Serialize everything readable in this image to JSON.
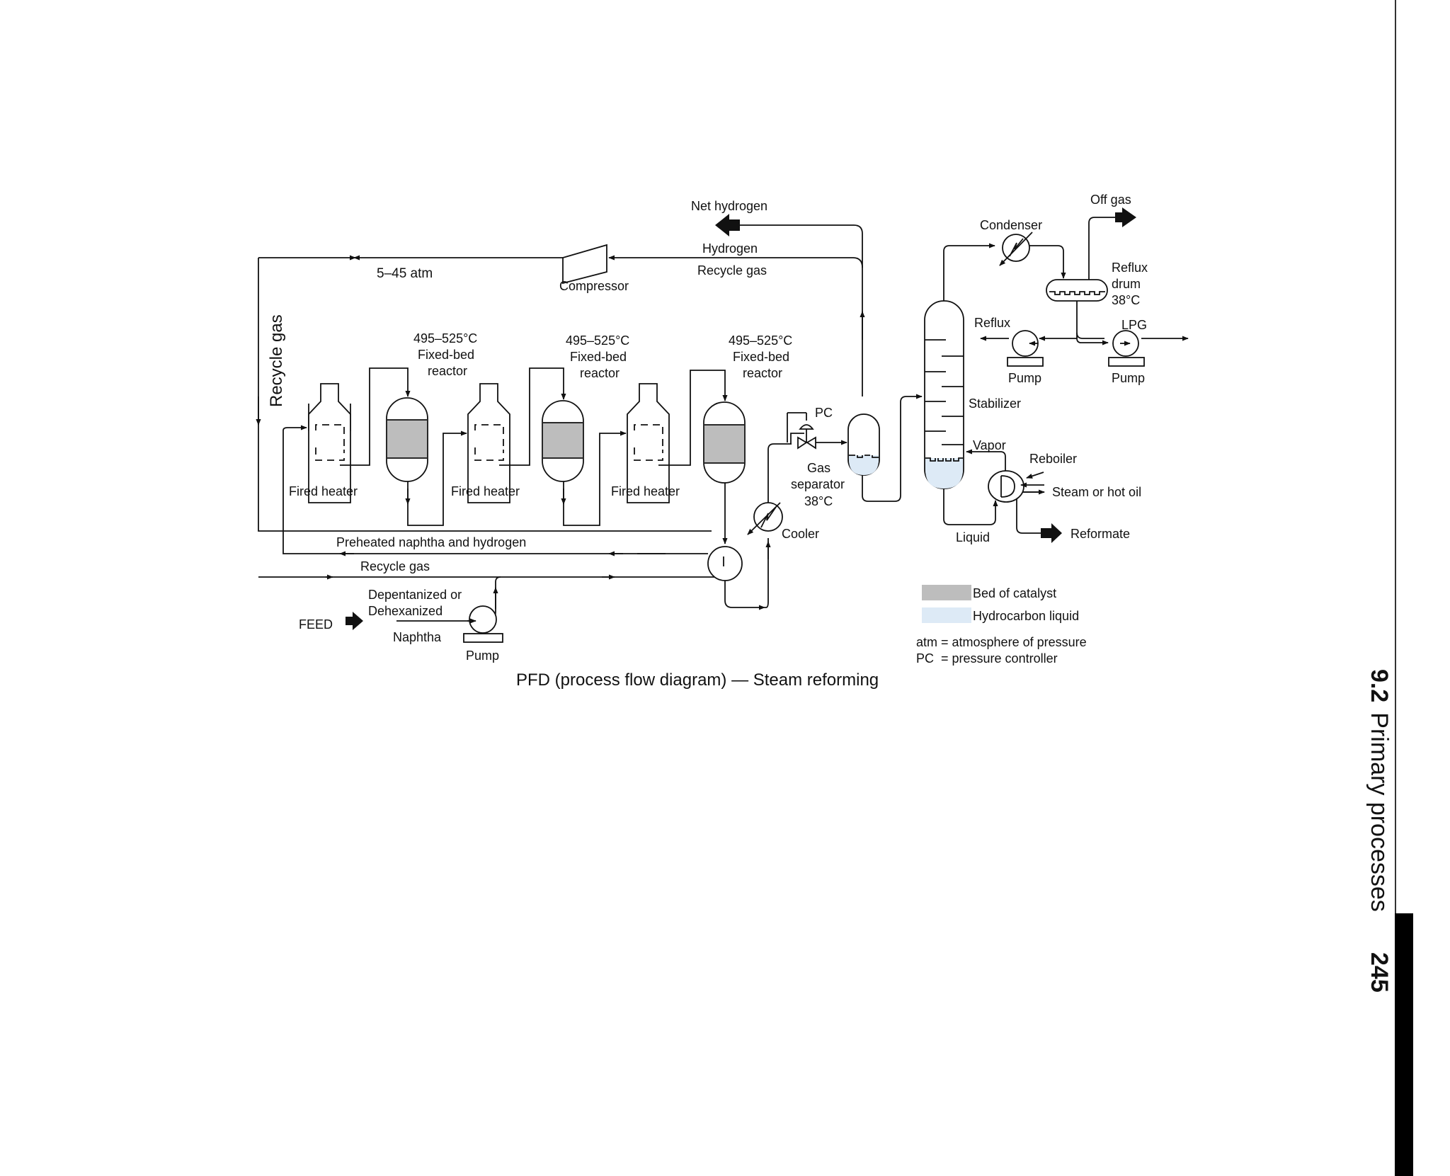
{
  "diagram": {
    "net_hydrogen": "Net hydrogen",
    "hydrogen": "Hydrogen",
    "recycle_gas_top": "Recycle gas",
    "compressor": "Compressor",
    "pressure": "5–45 atm",
    "recycle_gas_vertical": "Recycle gas",
    "reactors": [
      {
        "temp": "495–525°C",
        "l1": "Fixed-bed",
        "l2": "reactor"
      },
      {
        "temp": "495–525°C",
        "l1": "Fixed-bed",
        "l2": "reactor"
      },
      {
        "temp": "495–525°C",
        "l1": "Fixed-bed",
        "l2": "reactor"
      }
    ],
    "fired_heater": "Fired heater",
    "pc": "PC",
    "gas_separator": [
      "Gas",
      "separator",
      "38°C"
    ],
    "cooler": "Cooler",
    "preheated": "Preheated naphtha and hydrogen",
    "recycle_gas_bottom": "Recycle gas",
    "feed": "FEED",
    "feed_desc": [
      "Depentanized or",
      "Dehexanized"
    ],
    "naphtha": "Naphtha",
    "pump": "Pump",
    "condenser": "Condenser",
    "off_gas": "Off gas",
    "reflux_drum": [
      "Reflux",
      "drum",
      "38°C"
    ],
    "reflux": "Reflux",
    "lpg": "LPG",
    "stabilizer": "Stabilizer",
    "vapor": "Vapor",
    "reboiler": "Reboiler",
    "steam": "Steam or hot oil",
    "liquid": "Liquid",
    "reformate": "Reformate",
    "caption": "PFD (process flow diagram) — Steam reforming"
  },
  "legend": {
    "catalyst": "Bed of catalyst",
    "liquid": "Hydrocarbon liquid",
    "atm": "atm = atmosphere of pressure",
    "pc": "PC  = pressure controller",
    "catalyst_color": "#bdbdbd",
    "liquid_color": "#ddeaf6"
  },
  "sidebar": {
    "section_number": "9.2",
    "section_title": "Primary processes",
    "page_number": "245"
  }
}
